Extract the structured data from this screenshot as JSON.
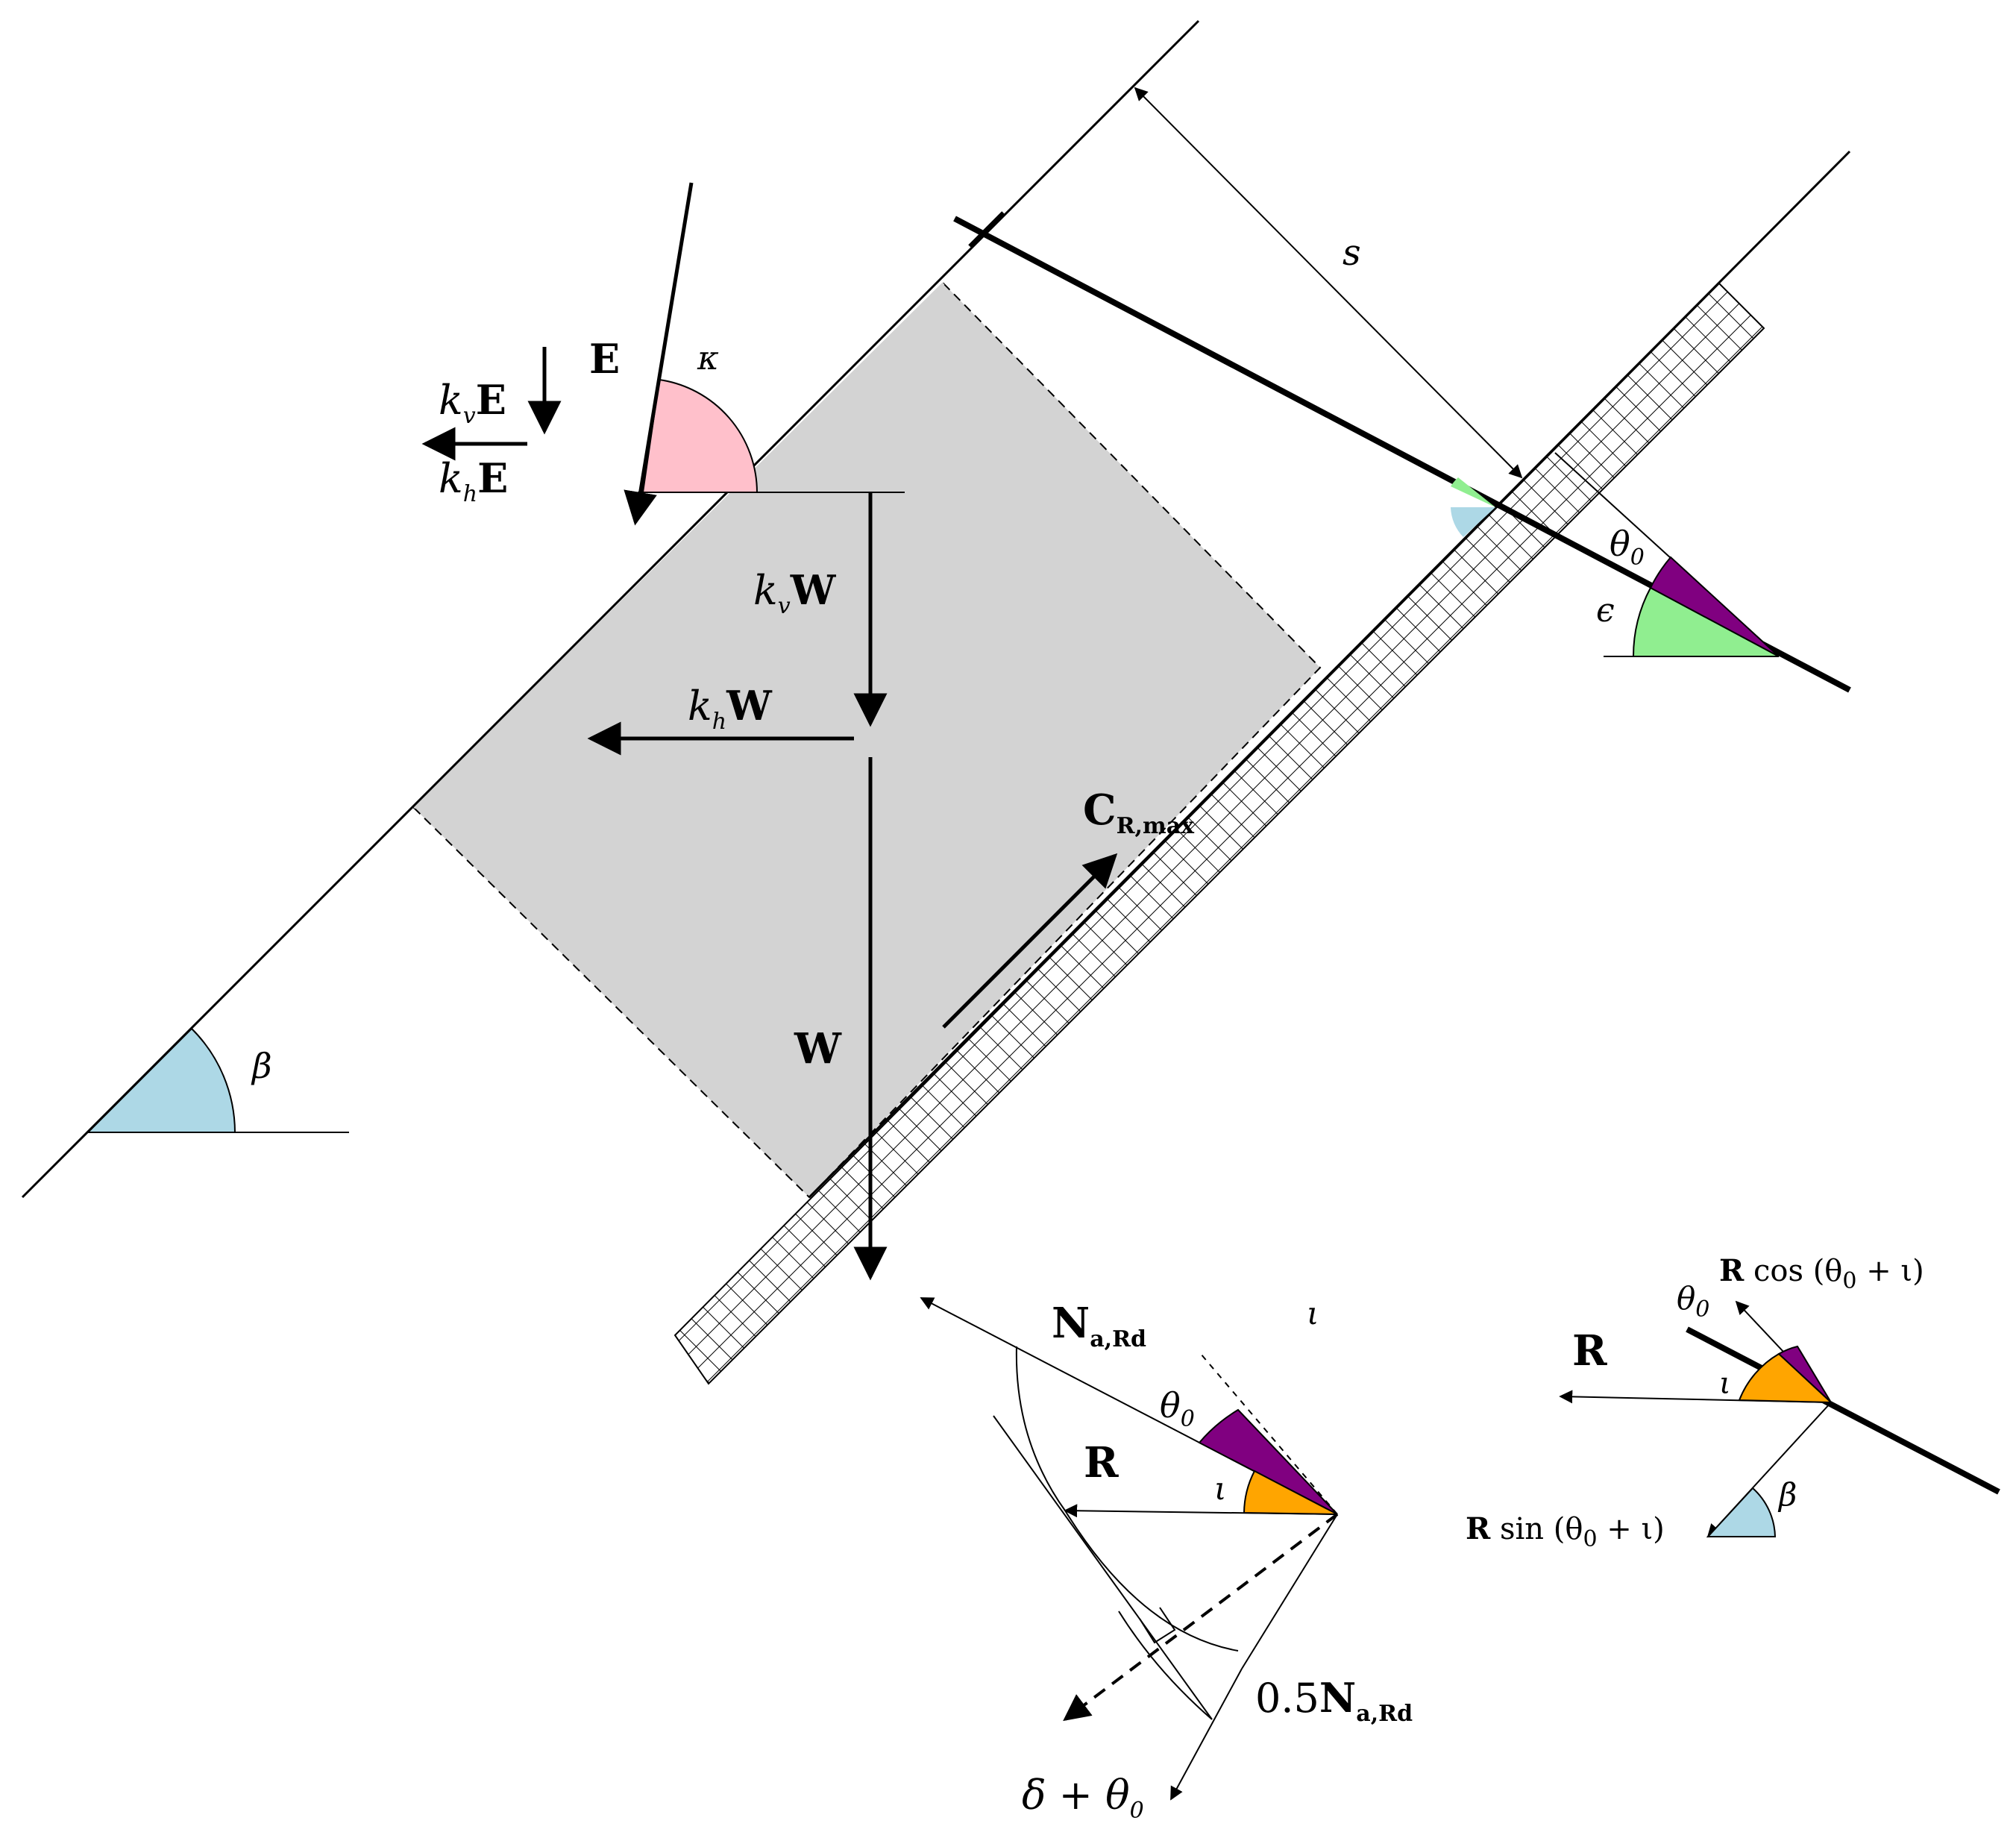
{
  "labels": {
    "E": "E",
    "kappa": "κ",
    "kv": "k",
    "kv_sub": "v",
    "kh": "k",
    "kh_sub": "h",
    "E_bold": "E",
    "W_bold": "W",
    "W": "W",
    "C": "C",
    "C_sub": "R,max",
    "s": "s",
    "theta": "θ",
    "theta_sub": "0",
    "epsilon": "ϵ",
    "beta": "β",
    "N": "N",
    "N_sub": "a,Rd",
    "iota": "ι",
    "R": "R",
    "half": "0.5",
    "delta_plus": "δ + θ",
    "cos_expr": "cos (θ",
    "sin_expr": "sin (θ",
    "plus_iota": " + ι)"
  },
  "colors": {
    "beta_fill": "#add8e6",
    "kappa_fill": "#ffc0cb",
    "epsilon_fill": "#90ee90",
    "theta_fill": "#800080",
    "iota_fill": "#ffa500",
    "block_fill": "#d3d3d3"
  }
}
